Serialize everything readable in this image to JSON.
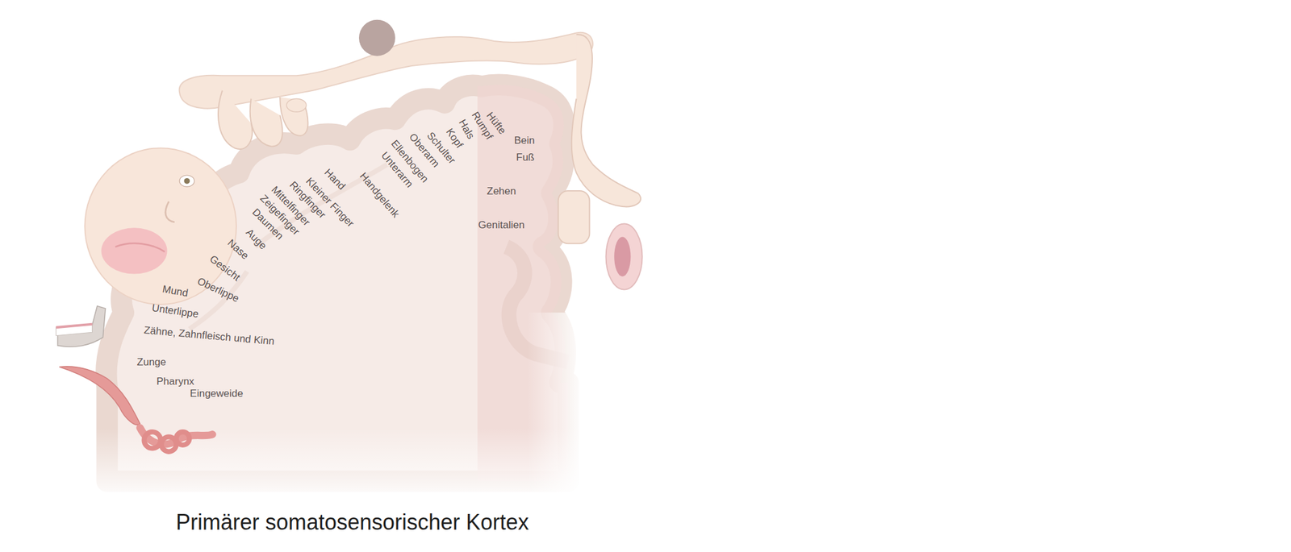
{
  "diagram": {
    "caption": "Primärer somatosensorischer Kortex",
    "labels": [
      "Hüfte",
      "Rumpf",
      "Hals",
      "Kopf",
      "Schulter",
      "Oberarm",
      "Ellenbogen",
      "Unterarm",
      "Handgelenk",
      "Hand",
      "Kleiner Finger",
      "Ringfinger",
      "Mittelfinger",
      "Zeigefinger",
      "Daumen",
      "Auge",
      "Nase",
      "Gesicht",
      "Oberlippe",
      "Mund",
      "Unterlippe",
      "Zähne, Zahnfleisch und Kinn",
      "Zunge",
      "Pharynx",
      "Eingeweide",
      "Bein",
      "Fuß",
      "Zehen",
      "Genitalien"
    ]
  }
}
